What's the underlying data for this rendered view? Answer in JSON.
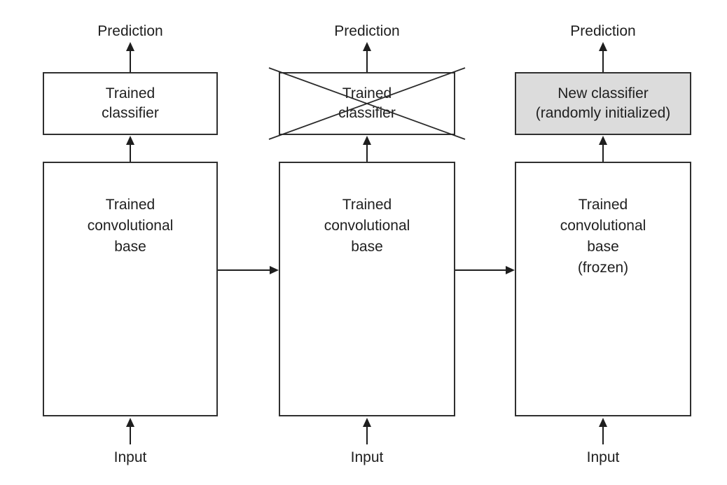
{
  "columns": [
    {
      "prediction_label": "Prediction",
      "classifier_label": "Trained\nclassifier",
      "base_label": "Trained\nconvolutional\nbase",
      "input_label": "Input",
      "classifier_crossed_out": false,
      "classifier_highlighted": false
    },
    {
      "prediction_label": "Prediction",
      "classifier_label": "Trained\nclassifier",
      "base_label": "Trained\nconvolutional\nbase",
      "input_label": "Input",
      "classifier_crossed_out": true,
      "classifier_highlighted": false
    },
    {
      "prediction_label": "Prediction",
      "classifier_label": "New classifier\n(randomly initialized)",
      "base_label": "Trained\nconvolutional\nbase\n(frozen)",
      "input_label": "Input",
      "classifier_crossed_out": false,
      "classifier_highlighted": true
    }
  ],
  "colors": {
    "background": "#ffffff",
    "box_border": "#2f2f2f",
    "arrow": "#1e1e1e",
    "text": "#1f1f1f",
    "highlight_fill": "#dcdcdc"
  }
}
